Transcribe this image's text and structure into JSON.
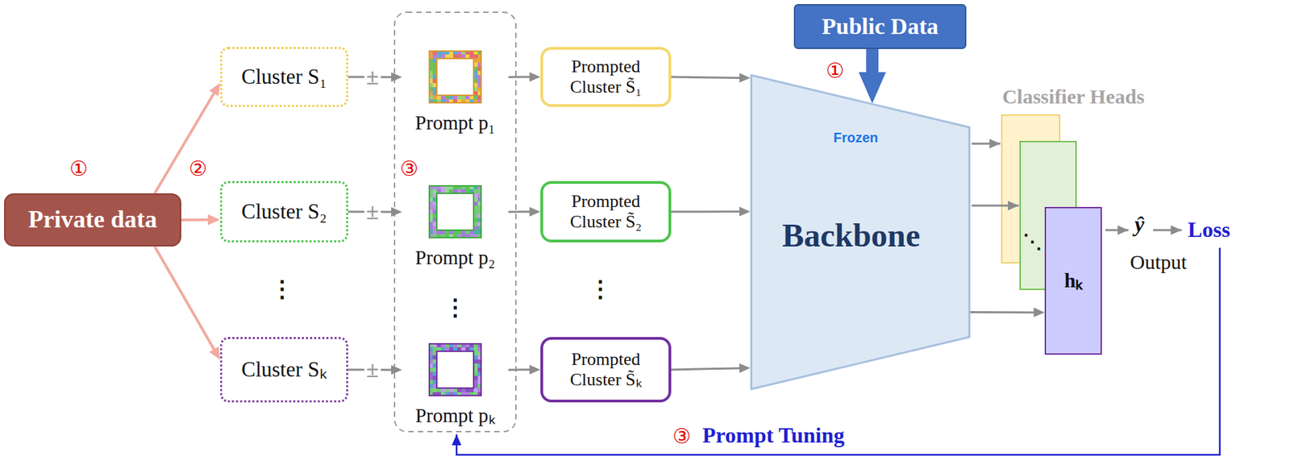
{
  "diagram": {
    "nodes": [
      {
        "text": [
          "Private data"
        ]
      },
      {
        "text": [
          "Cluster S₁"
        ]
      },
      {
        "text": [
          "Cluster S₂"
        ]
      },
      {
        "text": [
          "Cluster Sₖ"
        ]
      },
      {
        "text": [
          "Prompt p₁"
        ]
      },
      {
        "text": [
          "Prompt p₂"
        ]
      },
      {
        "text": [
          "Prompt pₖ"
        ]
      },
      {
        "text": [
          "Prompted Cluster S̃₁"
        ]
      },
      {
        "text": [
          "Prompted Cluster S̃₂"
        ]
      },
      {
        "text": [
          "Prompted Cluster S̃ₖ"
        ]
      },
      {
        "text": [
          "Public Data"
        ]
      },
      {
        "text": [
          "Frozen",
          "Backbone"
        ]
      },
      {
        "text": [
          "hₖ"
        ]
      }
    ],
    "edges": [
      {
        "from": 0,
        "to": 1,
        "arrow": "to"
      },
      {
        "from": 0,
        "to": 2,
        "arrow": "to"
      },
      {
        "from": 0,
        "to": 3,
        "arrow": "to"
      },
      {
        "from": 1,
        "to": 4,
        "label": "±",
        "arrow": "to"
      },
      {
        "from": 2,
        "to": 5,
        "label": "±",
        "arrow": "to"
      },
      {
        "from": 3,
        "to": 6,
        "label": "±",
        "arrow": "to"
      },
      {
        "from": 4,
        "to": 7,
        "arrow": "to"
      },
      {
        "from": 5,
        "to": 8,
        "arrow": "to"
      },
      {
        "from": 6,
        "to": 9,
        "arrow": "to"
      },
      {
        "from": 7,
        "to": 11,
        "arrow": "to"
      },
      {
        "from": 8,
        "to": 11,
        "arrow": "to"
      },
      {
        "from": 9,
        "to": 11,
        "arrow": "to"
      },
      {
        "from": 10,
        "to": 11,
        "arrow": "to"
      },
      {
        "from": 11,
        "to": 12,
        "arrow": "to"
      }
    ],
    "labels": [
      "①",
      "②",
      "③",
      "⋮",
      "⋮",
      "⋮",
      "①",
      "Classifier Heads",
      "⋱",
      "ŷ",
      "Output",
      "Loss",
      "③",
      "Prompt Tuning"
    ]
  }
}
